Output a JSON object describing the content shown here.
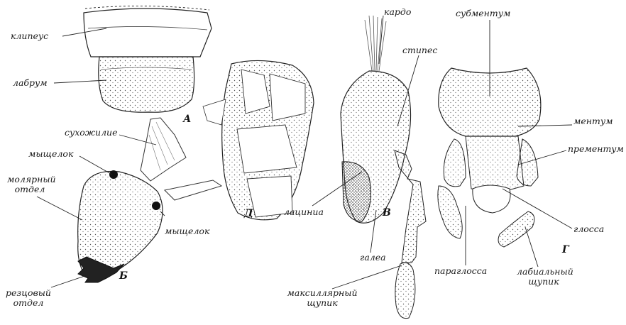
{
  "panels": {
    "a": "А",
    "b": "Б",
    "v": "В",
    "g": "Г",
    "d": "Д"
  },
  "labels": {
    "clypeus": "клипеус",
    "labrum": "лабрум",
    "tendon": "сухожилие",
    "condyle_top": "мыщелок",
    "condyle_right": "мыщелок",
    "molar": "молярный отдел",
    "incisor": "резцовый отдел",
    "cardo": "кардо",
    "stipes": "стипес",
    "lacinia": "лациниа",
    "galea": "галеа",
    "maxillary_palp": "максиллярный щупик",
    "submentum": "субментум",
    "mentum": "ментум",
    "prementum": "прементум",
    "glossa": "глосса",
    "paraglossa": "параглосса",
    "labial_palp": "лабиальный щупик"
  }
}
